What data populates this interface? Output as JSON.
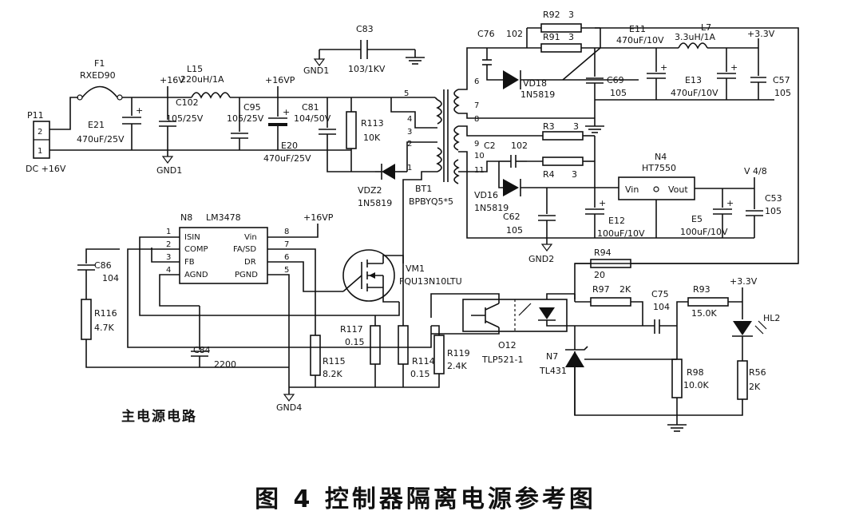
{
  "figure_caption": "图 4   控制器隔离电源参考图",
  "section_title": "主电源电路",
  "labels": {
    "P11": "P11",
    "p11_pin2": "2",
    "p11_pin1": "1",
    "dc_in": "DC +16V",
    "F1": "F1",
    "F1_val": "RXED90",
    "E21": "E21",
    "E21_val": "470uF/25V",
    "net_16v": "+16V",
    "L15": "L15",
    "L15_val": "220uH/1A",
    "C102": "C102",
    "C102_val": "105/25V",
    "GND1_a": "GND1",
    "C95": "C95",
    "C95_val": "105/25V",
    "net_16vp": "+16VP",
    "E20": "E20",
    "E20_val": "470uF/25V",
    "C81": "C81",
    "C81_val": "104/50V",
    "R113": "R113",
    "R113_val": "10K",
    "GND1_b": "GND1",
    "C83": "C83",
    "C83_val": "103/1KV",
    "VDZ2": "VDZ2",
    "VDZ2_val": "1N5819",
    "BT1": "BT1",
    "BT1_val": "BPBYQ5*5",
    "t5": "5",
    "t4": "4",
    "t3": "3",
    "t2": "2",
    "t1": "1",
    "t6": "6",
    "t7": "7",
    "t8": "8",
    "t9": "9",
    "t10": "10",
    "t11": "11",
    "C76": "C76",
    "C76_val": "102",
    "R92": "R92",
    "R92_val": "3",
    "R91": "R91",
    "R91_val": "3",
    "VD18": "VD18",
    "VD18_val": "1N5819",
    "C69": "C69",
    "C69_val": "105",
    "E11": "E11",
    "E11_val": "470uF/10V",
    "L7": "L7",
    "L7_val": "3.3uH/1A",
    "E13": "E13",
    "E13_val": "470uF/10V",
    "net_33v": "+3.3V",
    "C57": "C57",
    "C57_val": "105",
    "R3": "R3",
    "R3_val": "3",
    "C2": "C2",
    "C2_val": "102",
    "R4": "R4",
    "R4_val": "3",
    "VD16": "VD16",
    "VD16_val": "1N5819",
    "C62": "C62",
    "C62_val": "105",
    "E12": "E12",
    "E12_val": "100uF/10V",
    "GND2": "GND2",
    "N4": "N4",
    "N4_val": "HT7550",
    "vin": "Vin",
    "vout": "Vout",
    "E5": "E5",
    "E5_val": "100uF/10V",
    "net_v48": "V 4/8",
    "C53": "C53",
    "C53_val": "105",
    "N8": "N8",
    "N8_val": "LM3478",
    "ic_isin": "ISIN",
    "ic_comp": "COMP",
    "ic_fb": "FB",
    "ic_agnd": "AGND",
    "ic_vin": "Vin",
    "ic_fasd": "FA/SD",
    "ic_dr": "DR",
    "ic_pgnd": "PGND",
    "p1": "1",
    "p2": "2",
    "p3": "3",
    "p4": "4",
    "p5": "5",
    "p6": "6",
    "p7": "7",
    "p8": "8",
    "net_16vp_b": "+16VP",
    "C86": "C86",
    "C86_val": "104",
    "R116": "R116",
    "R116_val": "4.7K",
    "C84": "C84",
    "C84_val": "2200",
    "GND4": "GND4",
    "VM1": "VM1",
    "VM1_val": "FQU13N10LTU",
    "R117": "R117",
    "R117_val": "0.15",
    "R115": "R115",
    "R115_val": "8.2K",
    "R114": "R114",
    "R114_val": "0.15",
    "R119": "R119",
    "R119_val": "2.4K",
    "O12": "O12",
    "O12_val": "TLP521-1",
    "R94": "R94",
    "R94_val": "20",
    "R97": "R97",
    "R97_val": "2K",
    "C75": "C75",
    "C75_val": "104",
    "R93": "R93",
    "R93_val": "15.0K",
    "net_33v_b": "+3.3V",
    "HL2": "HL2",
    "N7": "N7",
    "N7_val": "TL431",
    "R98": "R98",
    "R98_val": "10.0K",
    "R56": "R56",
    "R56_val": "2K"
  }
}
